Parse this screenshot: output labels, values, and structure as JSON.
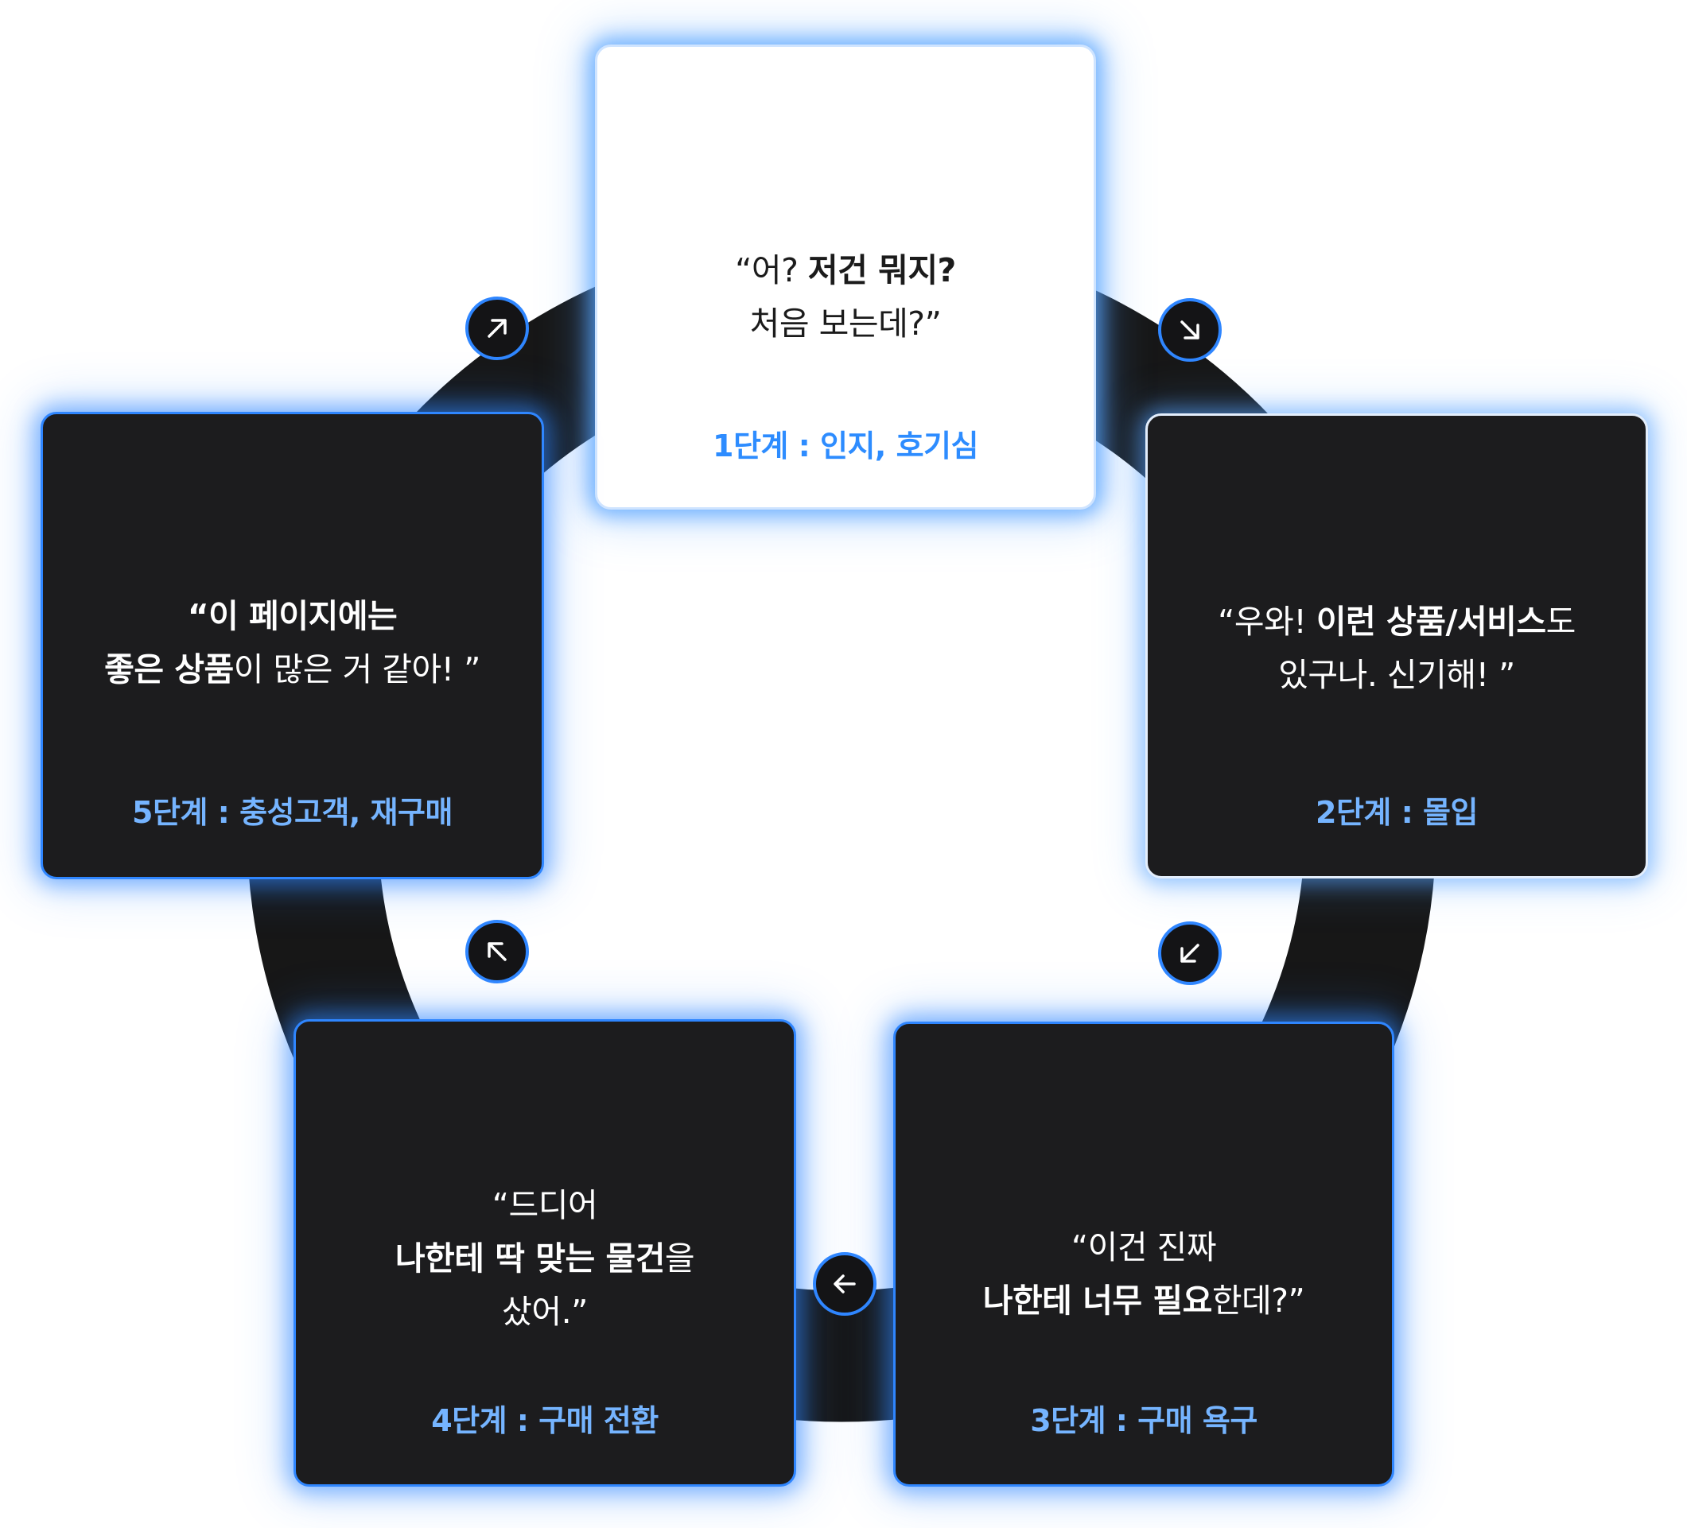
{
  "colors": {
    "ring": "#171717",
    "card_dark": "#1c1c1e",
    "card_light": "#ffffff",
    "accent_blue": "#2f86ff",
    "stage_label_blue": "#75b4ff"
  },
  "stages": [
    {
      "quote": {
        "l1a": "“어? ",
        "l1b": "저건 뭐지?",
        "l2a": "처음 보는데?”"
      },
      "label": "1단계 : 인지, 호기심"
    },
    {
      "quote": {
        "l1a": "“우와! ",
        "l1b": "이런 상품/서비스",
        "l1c": "도",
        "l2a": "있구나. 신기해! ”"
      },
      "label": "2단계 : 몰입"
    },
    {
      "quote": {
        "l1a": "“이건 진짜",
        "l2b": "나한테 너무 필요",
        "l2c": "한데?”"
      },
      "label": "3단계 : 구매 욕구"
    },
    {
      "quote": {
        "l1a": "“드디어",
        "l2b": "나한테 딱 맞는 물건",
        "l2c": "을",
        "l3a": "샀어.”"
      },
      "label": "4단계 : 구매 전환"
    },
    {
      "quote": {
        "l1b": "“이 페이지에는",
        "l2b": "좋은 상품",
        "l2c": "이 많은 거 같아! ”"
      },
      "label": "5단계 : 충성고객, 재구매"
    }
  ],
  "arrows": [
    {
      "icon": "arrow-down-right-icon"
    },
    {
      "icon": "arrow-down-left-icon"
    },
    {
      "icon": "arrow-left-icon"
    },
    {
      "icon": "arrow-up-left-icon"
    },
    {
      "icon": "arrow-up-right-icon"
    }
  ]
}
